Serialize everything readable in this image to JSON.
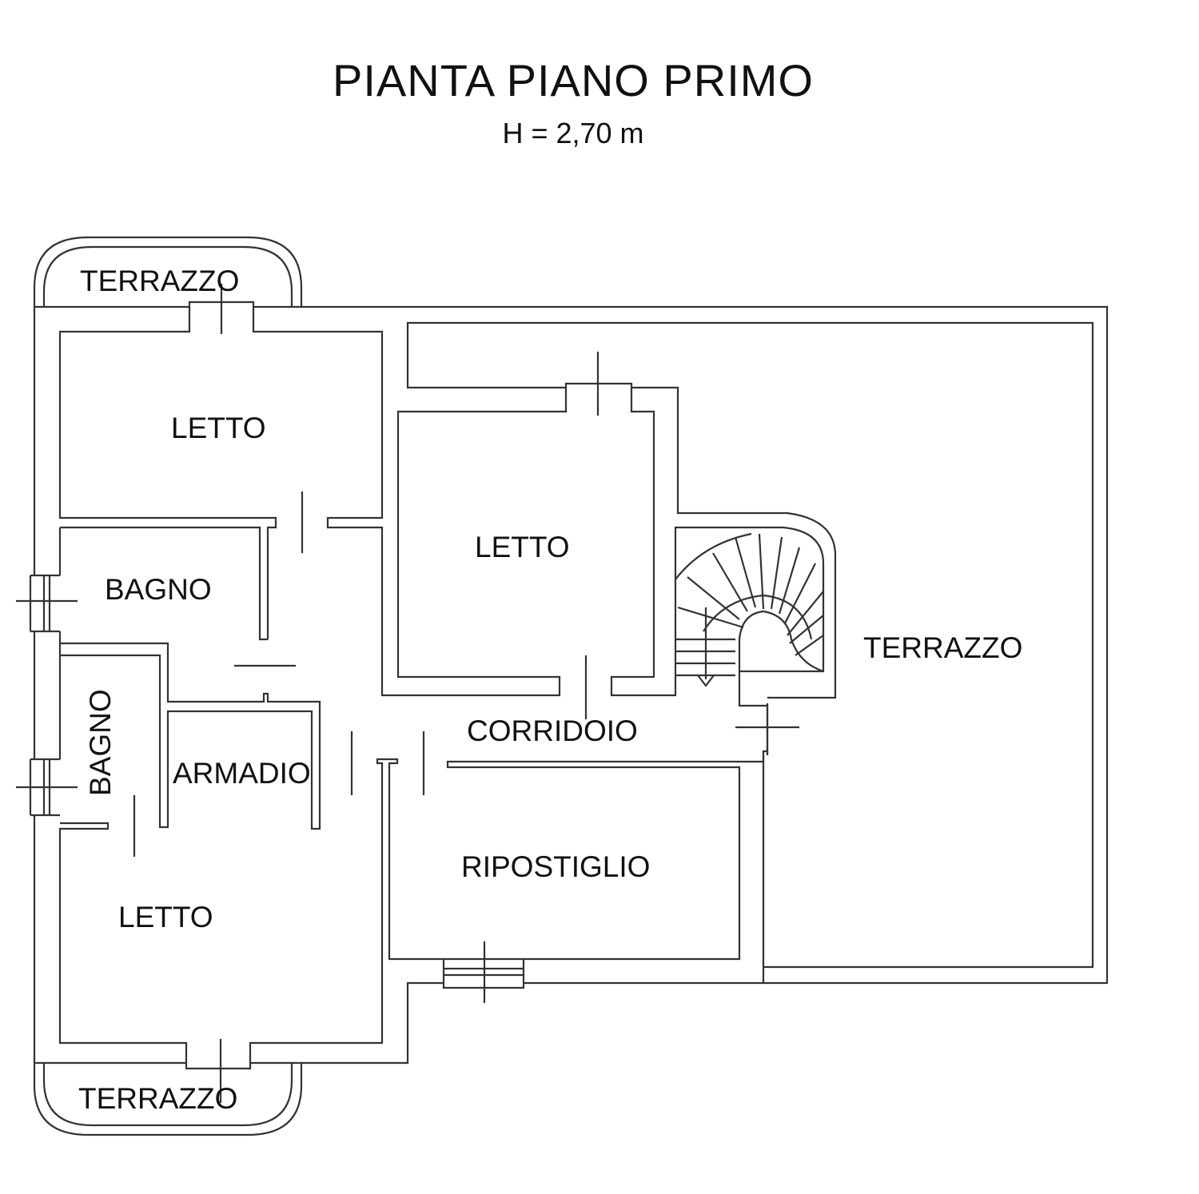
{
  "title": "PIANTA PIANO PRIMO",
  "subtitle": "H = 2,70 m",
  "rooms": {
    "terrazzo_top": "TERRAZZO",
    "letto_top_left": "LETTO",
    "letto_middle": "LETTO",
    "bagno_1": "BAGNO",
    "bagno_2": "BAGNO",
    "armadio": "ARMADIO",
    "corridoio": "CORRIDOIO",
    "terrazzo_right": "TERRAZZO",
    "ripostiglio": "RIPOSTIGLIO",
    "letto_bottom_left": "LETTO",
    "terrazzo_bottom": "TERRAZZO"
  }
}
